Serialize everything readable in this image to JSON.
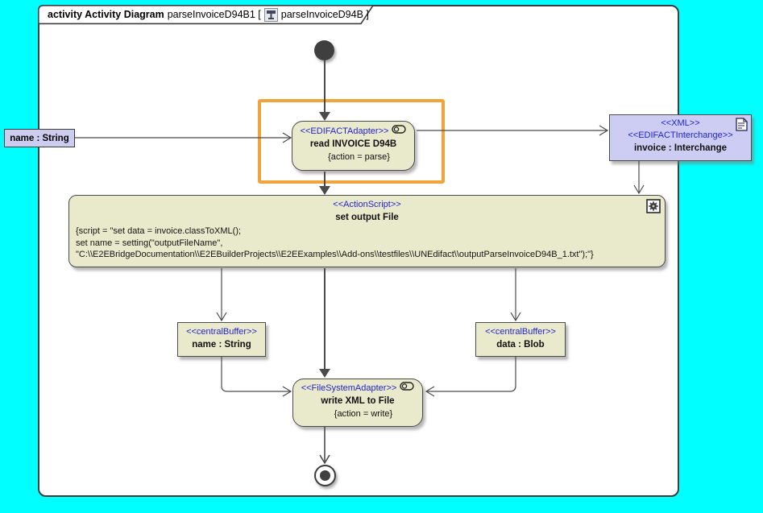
{
  "frame": {
    "kind_label": "activity Activity Diagram",
    "name_part": "parseInvoiceD94B1 [",
    "ref_part": "parseInvoiceD94B ]"
  },
  "nodes": {
    "name_pin": {
      "label": "name : String"
    },
    "edifact_adapter": {
      "stereotype": "<<EDIFACTAdapter>>",
      "name": "read INVOICE D94B",
      "tag": "{action = parse}"
    },
    "xml_object": {
      "stereotype_xml": "<<XML>>",
      "stereotype_interchange": "<<EDIFACTInterchange>>",
      "name": "invoice : Interchange"
    },
    "action_script": {
      "stereotype": "<<ActionScript>>",
      "name": "set output File",
      "script_lines": [
        "{script = \"set data = invoice.classToXML();",
        "set name = setting(\"outputFileName\",",
        "\"C:\\\\E2EBridgeDocumentation\\\\E2EBuilderProjects\\\\E2EExamples\\\\Add-ons\\\\testfiles\\\\UNEdifact\\\\outputParseInvoiceD94B_1.txt\");\"}"
      ]
    },
    "buffer_name": {
      "stereotype": "<<centralBuffer>>",
      "name": "name : String"
    },
    "buffer_data": {
      "stereotype": "<<centralBuffer>>",
      "name": "data : Blob"
    },
    "fs_adapter": {
      "stereotype": "<<FileSystemAdapter>>",
      "name": "write XML to File",
      "tag": "{action = write}"
    }
  },
  "colors": {
    "background": "#00FFFF",
    "node_fill": "#E9E9CB",
    "object_fill": "#CDCDF3",
    "pin_fill": "#CCCCEE",
    "stereotype_text": "#2323CC",
    "highlight": "#F0A43C",
    "line": "#4B4B4B"
  },
  "icons": {
    "adapter_icon": "pill-with-circle",
    "document_icon": "page-with-fold",
    "gear_icon": "gear",
    "diagram_icon": "activity-diagram-button"
  }
}
